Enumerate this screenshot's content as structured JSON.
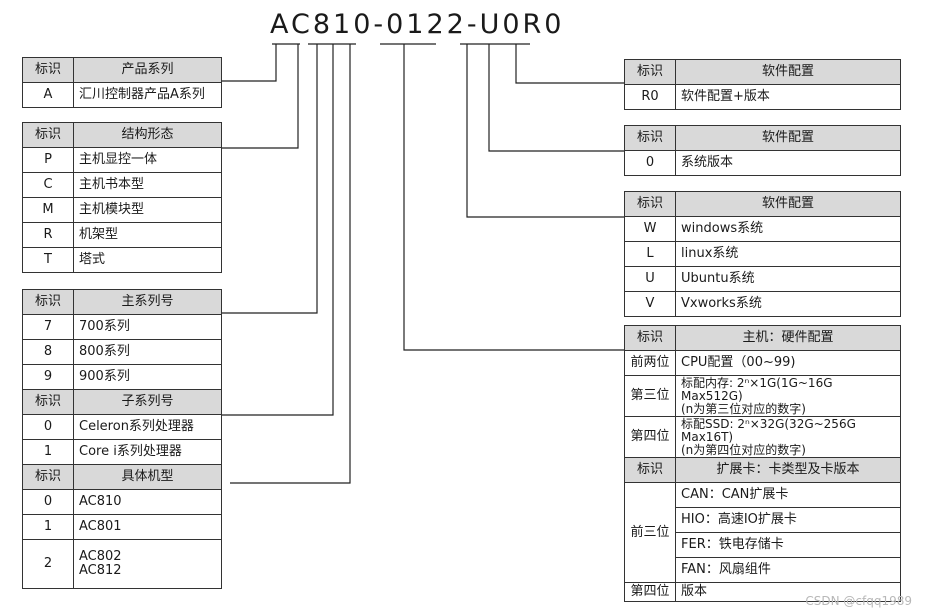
{
  "code": "AC810-0122-U0R0",
  "watermark": "CSDN @cfqq1989",
  "left_tables": [
    {
      "h1": "标识",
      "h2": "产品系列",
      "rows": [
        [
          "A",
          "汇川控制器产品A系列"
        ]
      ]
    },
    {
      "h1": "标识",
      "h2": "结构形态",
      "rows": [
        [
          "P",
          "主机显控一体"
        ],
        [
          "C",
          "主机书本型"
        ],
        [
          "M",
          "主机模块型"
        ],
        [
          "R",
          "机架型"
        ],
        [
          "T",
          "塔式"
        ]
      ]
    },
    {
      "h1": "标识",
      "h2": "主系列号",
      "rows": [
        [
          "7",
          "700系列"
        ],
        [
          "8",
          "800系列"
        ],
        [
          "9",
          "900系列"
        ]
      ]
    },
    {
      "h1": "标识",
      "h2": "子系列号",
      "rows": [
        [
          "0",
          "Celeron系列处理器"
        ],
        [
          "1",
          "Core i系列处理器"
        ]
      ]
    },
    {
      "h1": "标识",
      "h2": "具体机型",
      "rows": [
        [
          "0",
          "AC810"
        ],
        [
          "1",
          "AC801"
        ],
        [
          "2",
          "AC802\nAC812"
        ]
      ]
    }
  ],
  "right_tables": [
    {
      "h1": "标识",
      "h2": "软件配置",
      "rows": [
        [
          "R0",
          "软件配置+版本"
        ]
      ]
    },
    {
      "h1": "标识",
      "h2": "软件配置",
      "rows": [
        [
          "0",
          "系统版本"
        ]
      ]
    },
    {
      "h1": "标识",
      "h2": "软件配置",
      "rows": [
        [
          "W",
          "windows系统"
        ],
        [
          "L",
          "linux系统"
        ],
        [
          "U",
          "Ubuntu系统"
        ],
        [
          "V",
          "Vxworks系统"
        ]
      ]
    }
  ],
  "hw_table": {
    "h1": "标识",
    "h2": "主机：硬件配置",
    "r1_k": "前两位",
    "r1_v": "CPU配置（00~99)",
    "r2_k": "第三位",
    "r2_v1": "标配内存: 2ⁿ×1G(1G~16G Max512G)",
    "r2_v2": "(n为第三位对应的数字)",
    "r3_k": "第四位",
    "r3_v1": "标配SSD: 2ⁿ×32G(32G~256G Max16T)",
    "r3_v2": "(n为第四位对应的数字)",
    "h3_1": "标识",
    "h3_2": "扩展卡：卡类型及卡版本",
    "r4_k": "前三位",
    "r4_items": [
      "CAN：CAN扩展卡",
      "HIO：高速IO扩展卡",
      "FER：铁电存储卡",
      "FAN：风扇组件"
    ],
    "r5_k": "第四位",
    "r5_v": "版本"
  }
}
